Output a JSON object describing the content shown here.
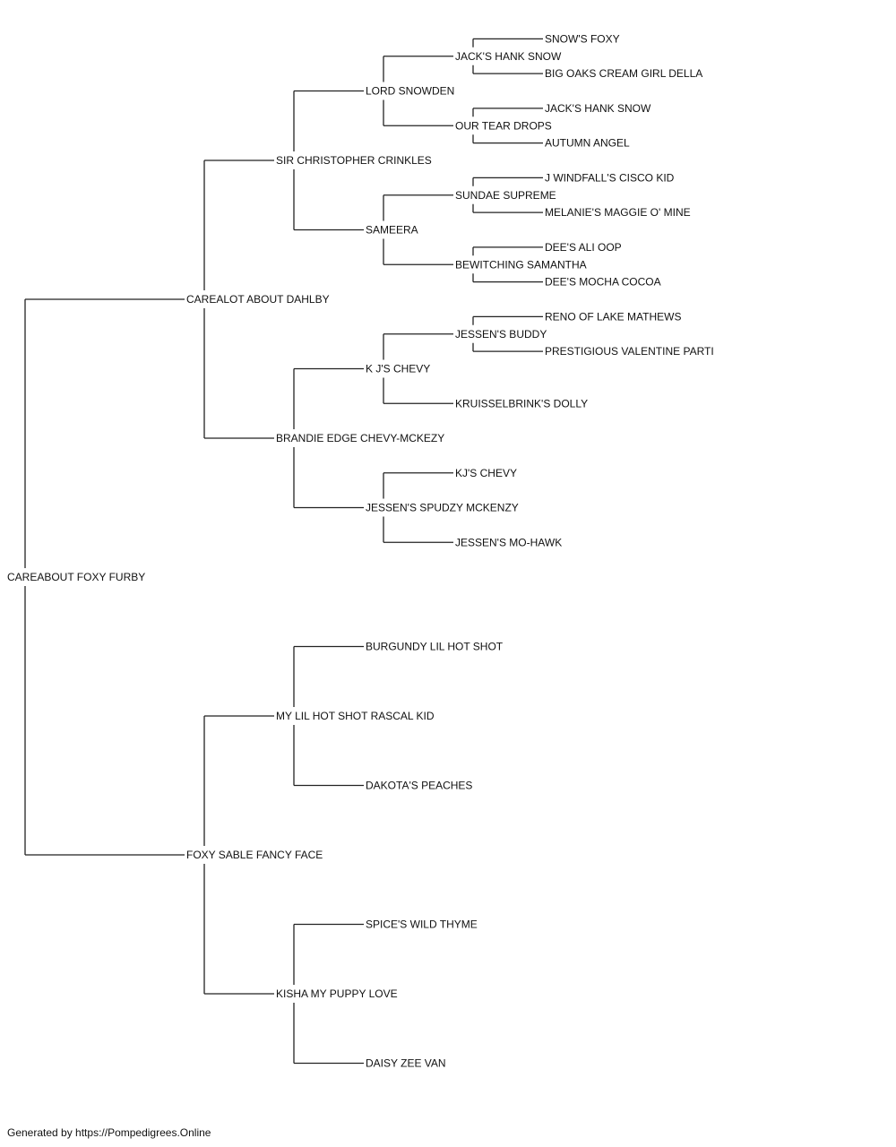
{
  "pedigree": {
    "name": "CAREABOUT FOXY FURBY",
    "sire": {
      "name": "CAREALOT ABOUT DAHLBY",
      "sire": {
        "name": "SIR CHRISTOPHER CRINKLES",
        "sire": {
          "name": "LORD SNOWDEN",
          "sire": {
            "name": "JACK'S HANK SNOW",
            "sire": {
              "name": "SNOW'S FOXY"
            },
            "dam": {
              "name": "BIG OAKS CREAM GIRL DELLA"
            }
          },
          "dam": {
            "name": "OUR TEAR DROPS",
            "sire": {
              "name": "JACK'S HANK SNOW"
            },
            "dam": {
              "name": "AUTUMN ANGEL"
            }
          }
        },
        "dam": {
          "name": "SAMEERA",
          "sire": {
            "name": "SUNDAE SUPREME",
            "sire": {
              "name": "J WINDFALL'S CISCO KID"
            },
            "dam": {
              "name": "MELANIE'S MAGGIE O' MINE"
            }
          },
          "dam": {
            "name": "BEWITCHING SAMANTHA",
            "sire": {
              "name": "DEE'S ALI OOP"
            },
            "dam": {
              "name": "DEE'S MOCHA COCOA"
            }
          }
        }
      },
      "dam": {
        "name": "BRANDIE EDGE CHEVY-MCKEZY",
        "sire": {
          "name": "K J'S CHEVY",
          "sire": {
            "name": "JESSEN'S BUDDY",
            "sire": {
              "name": "RENO OF LAKE MATHEWS"
            },
            "dam": {
              "name": "PRESTIGIOUS VALENTINE PARTI"
            }
          },
          "dam": {
            "name": "KRUISSELBRINK'S DOLLY"
          }
        },
        "dam": {
          "name": "JESSEN'S SPUDZY MCKENZY",
          "sire": {
            "name": "KJ'S CHEVY"
          },
          "dam": {
            "name": "JESSEN'S MO-HAWK"
          }
        }
      }
    },
    "dam": {
      "name": "FOXY SABLE FANCY FACE",
      "sire": {
        "name": "MY LIL HOT SHOT RASCAL KID",
        "sire": {
          "name": "BURGUNDY LIL HOT SHOT"
        },
        "dam": {
          "name": "DAKOTA'S PEACHES"
        }
      },
      "dam": {
        "name": "KISHA MY PUPPY LOVE",
        "sire": {
          "name": "SPICE'S WILD THYME"
        },
        "dam": {
          "name": "DAISY ZEE VAN"
        }
      }
    }
  },
  "footer": "Generated by https://Pompedigrees.Online"
}
